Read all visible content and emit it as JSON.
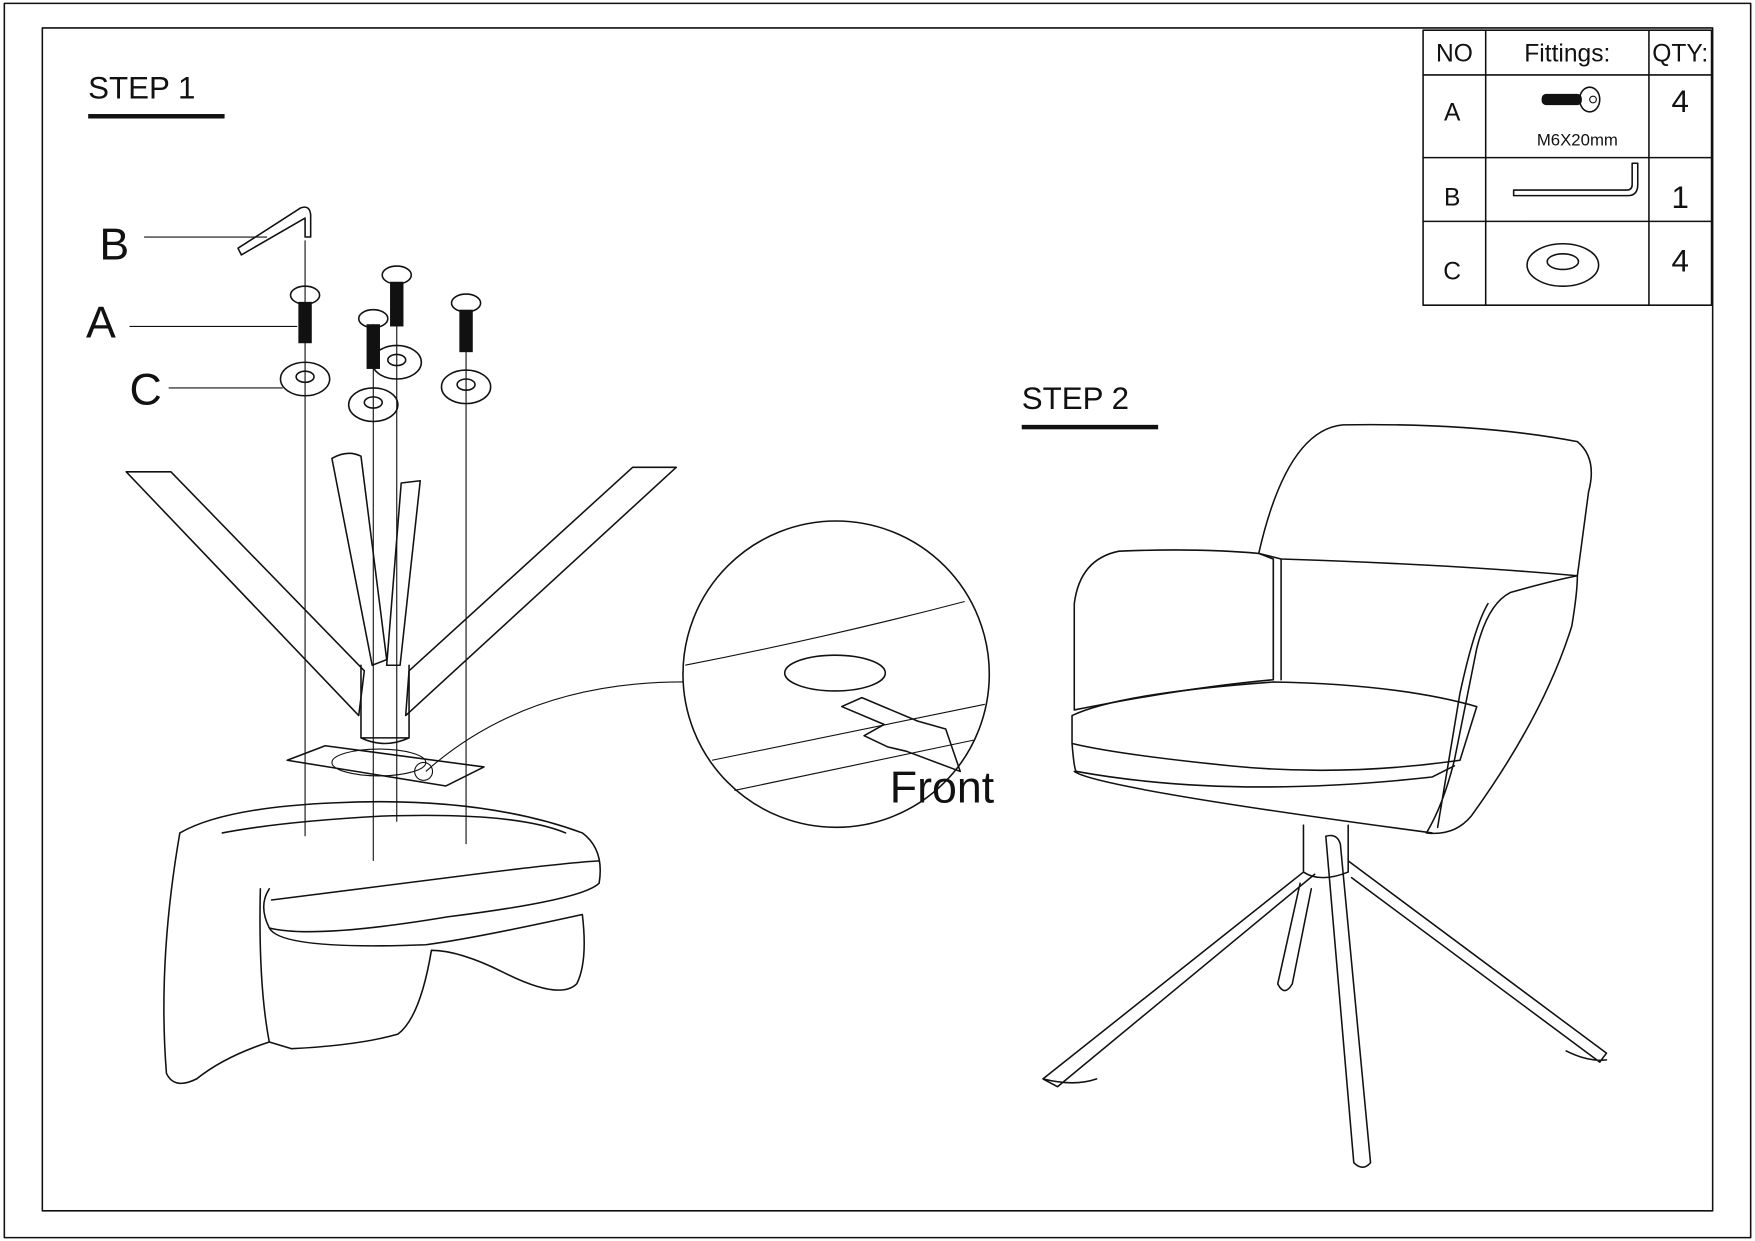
{
  "step1": {
    "title": "STEP 1",
    "labels": {
      "a": "A",
      "b": "B",
      "c": "C"
    }
  },
  "step2": {
    "title": "STEP 2"
  },
  "detail": {
    "front_label": "Front"
  },
  "fittings_table": {
    "headers": {
      "no": "NO",
      "fittings": "Fittings:",
      "qty": "QTY:"
    },
    "rows": [
      {
        "no": "A",
        "spec": "M6X20mm",
        "qty": "4",
        "icon": "bolt-icon"
      },
      {
        "no": "B",
        "qty": "1",
        "icon": "allen-key-icon"
      },
      {
        "no": "C",
        "qty": "4",
        "icon": "washer-icon"
      }
    ]
  }
}
